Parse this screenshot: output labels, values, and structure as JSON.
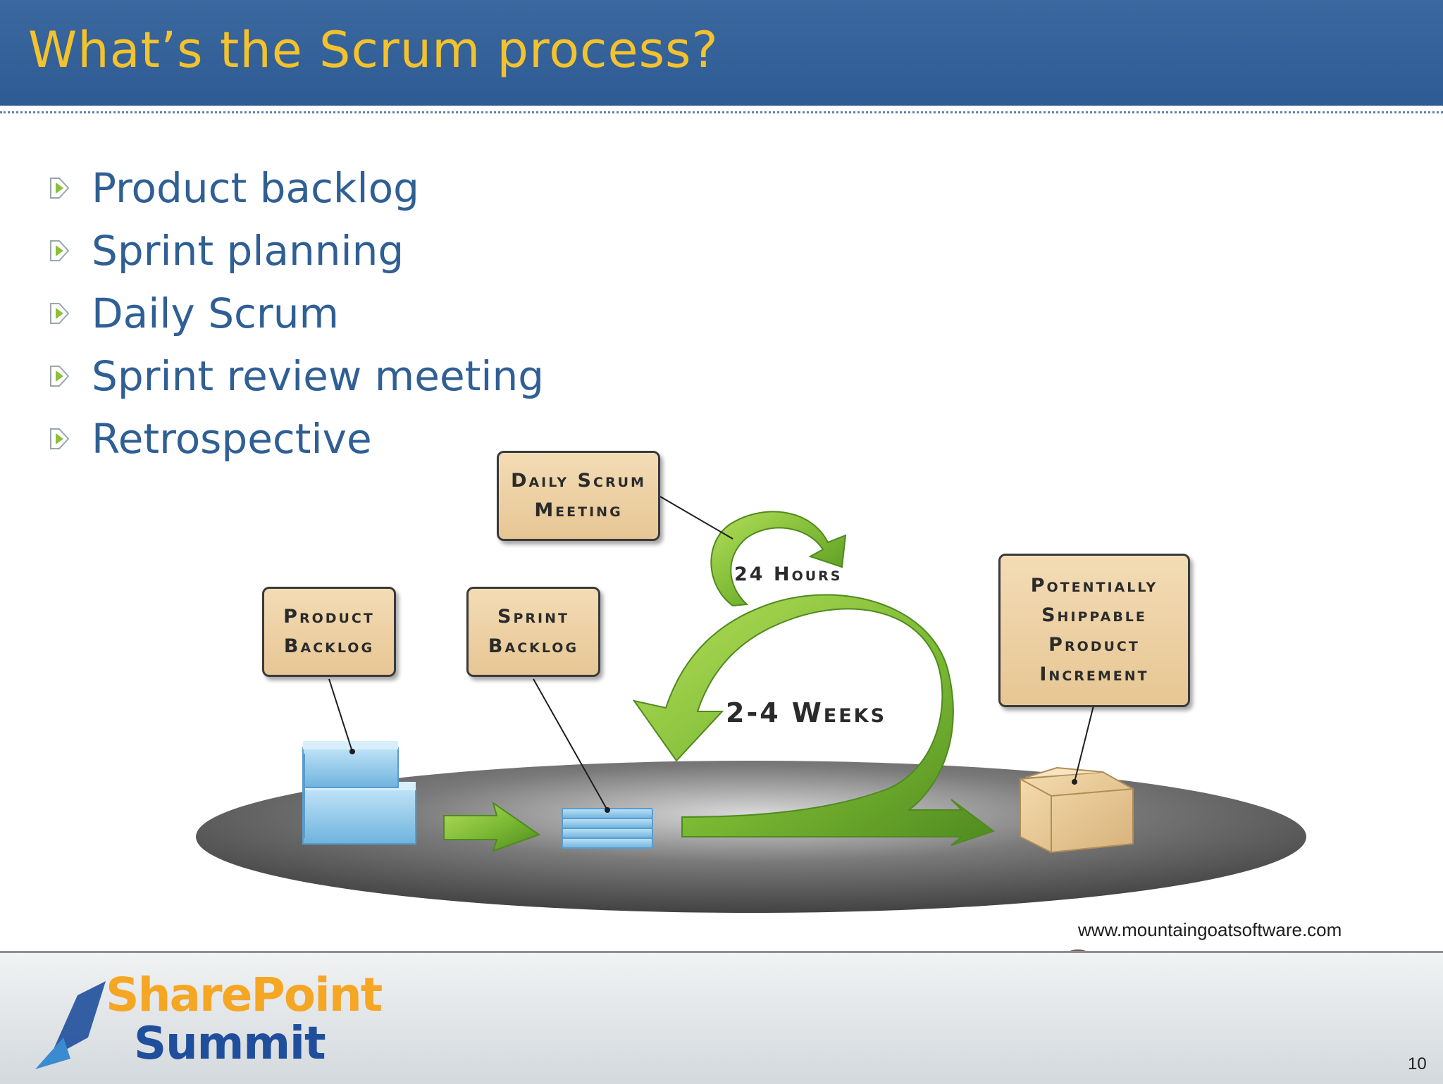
{
  "slide": {
    "title": "What’s the Scrum process?",
    "bullets": [
      "Product backlog",
      "Sprint planning",
      "Daily Scrum",
      "Sprint review meeting",
      "Retrospective"
    ]
  },
  "diagram": {
    "daily_scrum_meeting": [
      "Daily Scrum",
      "Meeting"
    ],
    "product_backlog": [
      "Product",
      "Backlog"
    ],
    "sprint_backlog": [
      "Sprint",
      "Backlog"
    ],
    "potentially_shippable": [
      "Potentially",
      "Shippable",
      "Product",
      "Increment"
    ],
    "cycle_24h": "24 Hours",
    "cycle_weeks": "2-4 Weeks"
  },
  "footer": {
    "credit": "www.mountaingoatsoftware.com",
    "logo_line1": "SharePoint",
    "logo_line2": "Summit",
    "page_number": "10"
  },
  "colors": {
    "header_bg": "#2e5b93",
    "title": "#f4c22c",
    "bullet_text": "#2f5f94",
    "arrow_green": "#7ab833",
    "tag_fill": "#ecd1a3"
  }
}
